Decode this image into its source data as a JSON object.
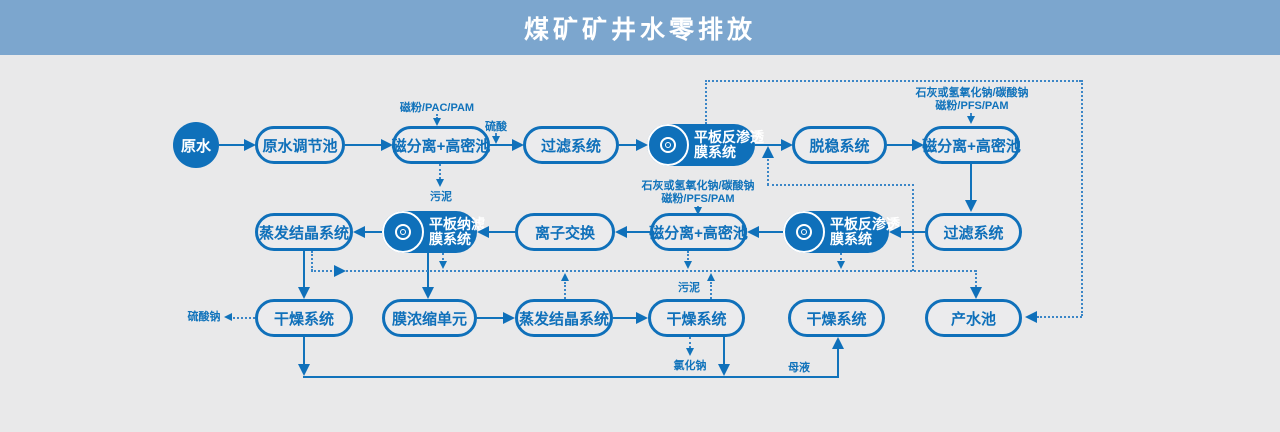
{
  "title": "煤矿矿井水零排放",
  "colors": {
    "header_bg": "#7ca6ce",
    "accent_blue": "#0f70ba",
    "canvas_bg": "#e9e9ea"
  },
  "nodes": {
    "raw_water": "原水",
    "regulating_pool": "原水调节池",
    "mag_separation_1": "磁分离+高密池",
    "filter_1": "过滤系统",
    "ro_1_line1": "平板反渗透",
    "ro_1_line2": "膜系统",
    "destabilization": "脱稳系统",
    "mag_separation_2": "磁分离+高密池",
    "filter_2": "过滤系统",
    "ro_2_line1": "平板反渗透",
    "ro_2_line2": "膜系统",
    "mag_separation_3": "磁分离+高密池",
    "ion_exchange": "离子交换",
    "nf_line1": "平板纳滤",
    "nf_line2": "膜系统",
    "evaporation_1": "蒸发结晶系统",
    "drying_1": "干燥系统",
    "membrane_concentration": "膜浓缩单元",
    "evaporation_2": "蒸发结晶系统",
    "drying_2": "干燥系统",
    "drying_3": "干燥系统",
    "product_pool": "产水池"
  },
  "labels": {
    "dosing_pac": "磁粉/PAC/PAM",
    "dosing_sulfuric_acid": "硫酸",
    "dosing_lime_line1": "石灰或氢氧化钠/碳酸钠",
    "dosing_lime_line2": "磁粉/PFS/PAM",
    "sludge": "污泥",
    "sodium_sulfate": "硫酸钠",
    "sodium_chloride": "氯化钠",
    "mother_liquor": "母液"
  }
}
